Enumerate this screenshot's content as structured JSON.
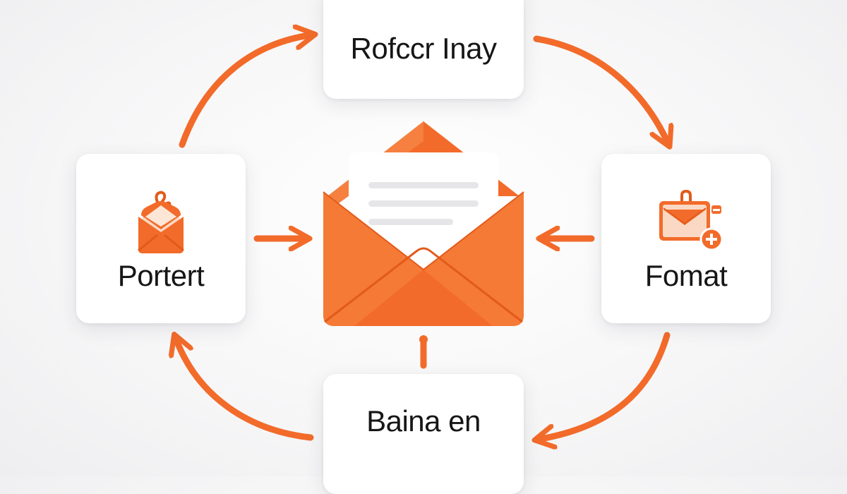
{
  "nodes": {
    "top": {
      "label": "Rofccr Inay"
    },
    "left": {
      "label": "Portert"
    },
    "right": {
      "label": "Fomat"
    },
    "bottom": {
      "label": "Baina en"
    }
  },
  "colors": {
    "accent": "#f26b2a",
    "accent_dark": "#e35a1a",
    "accent_light": "#f7945c",
    "card_bg": "#ffffff",
    "text": "#161616"
  },
  "icons": {
    "left": "envelope-icon",
    "right": "envelope-add-icon",
    "center": "open-envelope-icon"
  }
}
